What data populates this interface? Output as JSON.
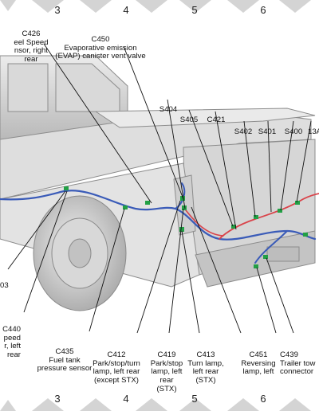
{
  "frame": {
    "top_columns": [
      "3",
      "4",
      "5",
      "6"
    ],
    "bottom_columns": [
      "3",
      "4",
      "5",
      "6"
    ]
  },
  "callouts": {
    "c426": {
      "code": "C426",
      "desc": "eel Speed\nnsor, right\nrear"
    },
    "c450": {
      "code": "C450",
      "desc": "Evaporative emission\n(EVAP) canister vent valve"
    },
    "s404": {
      "code": "S404"
    },
    "s405": {
      "code": "S405"
    },
    "c421": {
      "code": "C421"
    },
    "s402": {
      "code": "S402"
    },
    "s401": {
      "code": "S401"
    },
    "s400": {
      "code": "S400"
    },
    "c13a": {
      "code": "13A"
    },
    "c403": {
      "code": "03"
    },
    "c440": {
      "code": "C440",
      "desc": "peed\nr, left\nrear"
    },
    "c435": {
      "code": "C435",
      "desc": "Fuel tank\npressure sensor"
    },
    "c412": {
      "code": "C412",
      "desc": "Park/stop/turn\nlamp, left rear\n(except STX)"
    },
    "c419": {
      "code": "C419",
      "desc": "Park/stop\nlamp, left\nrear\n(STX)"
    },
    "c413": {
      "code": "C413",
      "desc": "Turn lamp,\nleft rear\n(STX)"
    },
    "c451": {
      "code": "C451",
      "desc": "Reversing\nlamp, left"
    },
    "c439": {
      "code": "C439",
      "desc": "Trailer tow\nconnector"
    }
  },
  "colors": {
    "harness_blue": "#3a5bb8",
    "harness_red": "#d9434a",
    "connector_green": "#22a045",
    "truck_gray": "#cfcfcf",
    "frame_gray": "#b8b8b8"
  }
}
